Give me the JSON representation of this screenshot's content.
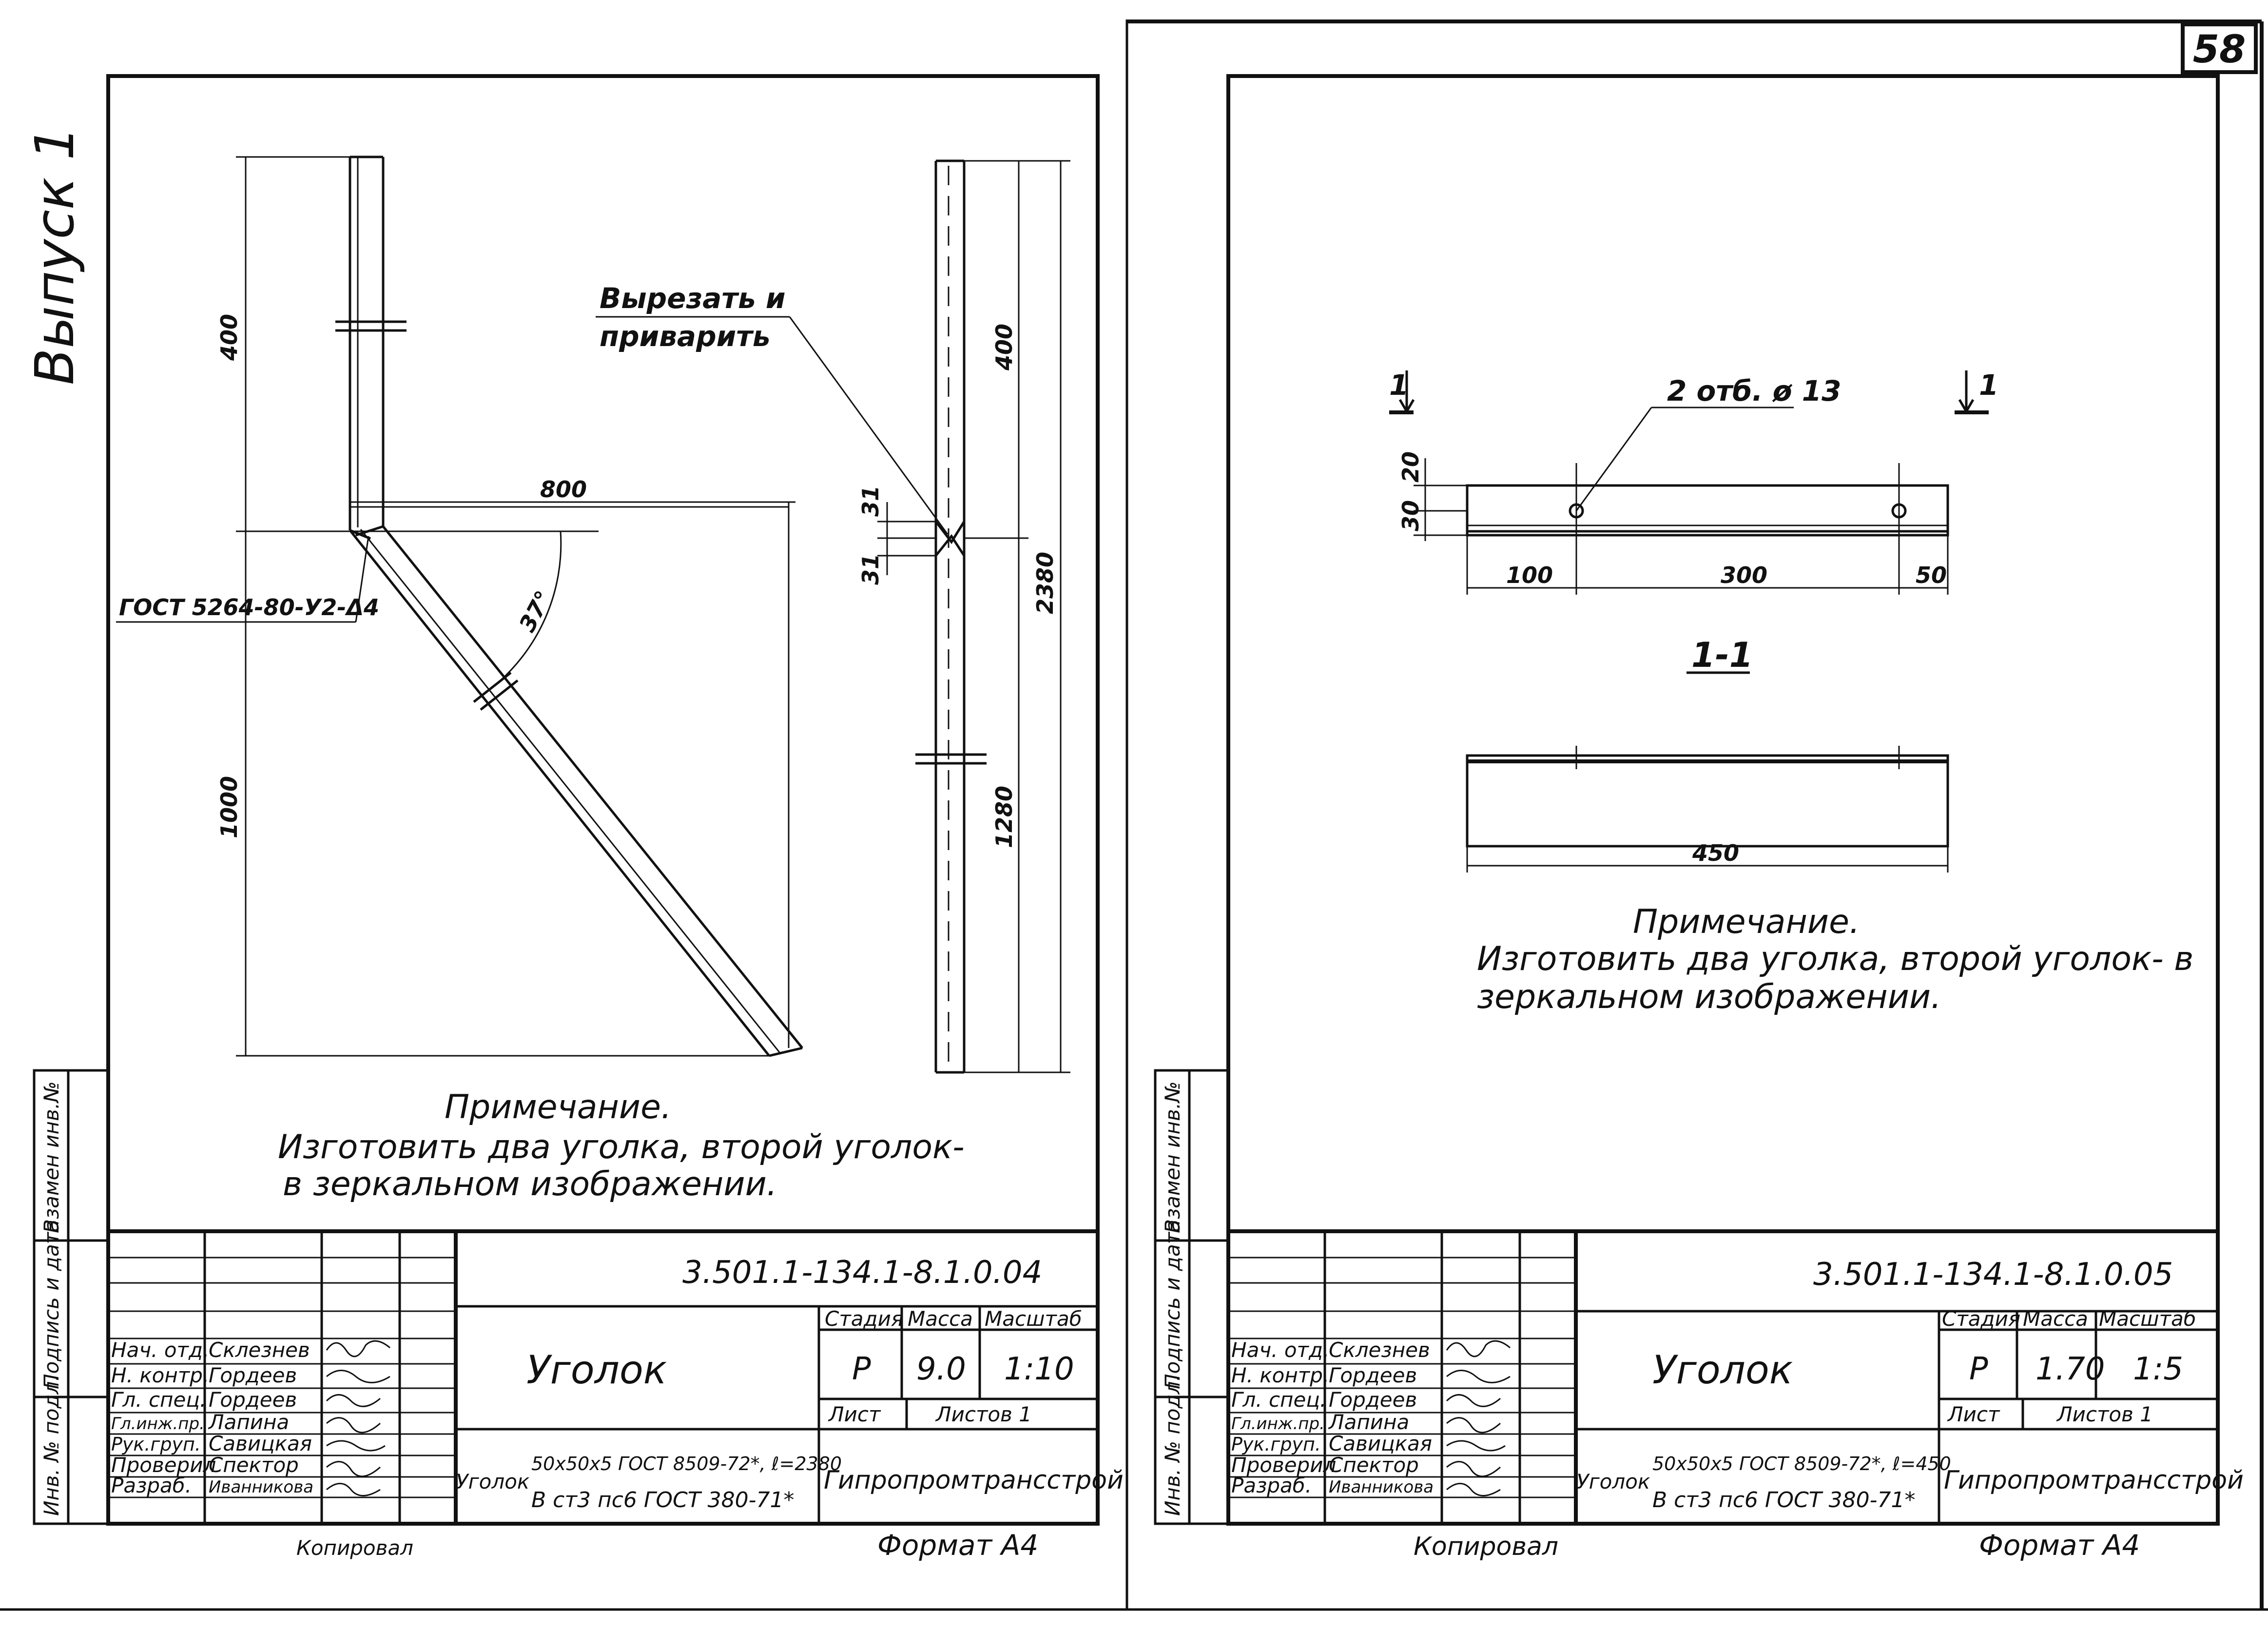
{
  "page_number": "58",
  "volume_label": "Выпуск 1",
  "left_sheet": {
    "dims": {
      "d400": "400",
      "d800": "800",
      "d1000": "1000",
      "angle": "37°",
      "d31a": "31",
      "d31b": "31",
      "d2380": "2380",
      "d1280": "1280"
    },
    "weld_callout": "ГОСТ 5264-80-У2-Δ4",
    "cut_callout_line1": "Вырезать и",
    "cut_callout_line2": "приварить",
    "note_title": "Примечание.",
    "note_line1": "Изготовить два уголка, второй уголок-",
    "note_line2": "в зеркальном изображении.",
    "title_block": {
      "doc_code": "3.501.1-134.1-8.1.0.04",
      "name": "Уголок",
      "stage_header": "Стадия",
      "mass_header": "Масса",
      "scale_header": "Масштаб",
      "stage": "Р",
      "mass": "9.0",
      "scale": "1:10",
      "sheet_label": "Лист",
      "sheets_label": "Листов 1",
      "material_prefix": "Уголок",
      "material_line1": "50x50x5 ГОСТ 8509-72*, ℓ=2380",
      "material_line2": "В ст3 пс6 ГОСТ 380-71*",
      "org": "Гипропромтрансстрой",
      "roles": [
        "Нач. отд.",
        "Н. контр.",
        "Гл. спец.",
        "Гл.инж.пр.",
        "Рук.груп.",
        "Проверил",
        "Разраб."
      ],
      "names": [
        "Склезнев",
        "Гордеев",
        "Гордеев",
        "Лапина",
        "Савицкая",
        "Спектор",
        "Иванникова"
      ]
    },
    "side_stamp": [
      "Инв. № подл.",
      "Подпись и дата",
      "Взамен инв.№"
    ],
    "copied": "Копировал",
    "format": "Формат А4"
  },
  "right_sheet": {
    "holes_callout": "2 отб. ø 13",
    "section_mark_left": "1",
    "section_mark_right": "1",
    "section_label": "1-1",
    "dims": {
      "d20": "20",
      "d30": "30",
      "d100": "100",
      "d300": "300",
      "d50": "50",
      "d450": "450"
    },
    "note_title": "Примечание.",
    "note_line1": "Изготовить два уголка, второй уголок- в",
    "note_line2": "зеркальном изображении.",
    "title_block": {
      "doc_code": "3.501.1-134.1-8.1.0.05",
      "name": "Уголок",
      "stage_header": "Стадия",
      "mass_header": "Масса",
      "scale_header": "Масштаб",
      "stage": "Р",
      "mass": "1.70",
      "scale": "1:5",
      "sheet_label": "Лист",
      "sheets_label": "Листов 1",
      "material_prefix": "Уголок",
      "material_line1": "50x50x5 ГОСТ 8509-72*, ℓ=450",
      "material_line2": "В ст3 пс6 ГОСТ 380-71*",
      "org": "Гипропромтрансстрой",
      "roles": [
        "Нач. отд.",
        "Н. контр.",
        "Гл. спец.",
        "Гл.инж.пр.",
        "Рук.груп.",
        "Проверил",
        "Разраб."
      ],
      "names": [
        "Склезнев",
        "Гордеев",
        "Гордеев",
        "Лапина",
        "Савицкая",
        "Спектор",
        "Иванникова"
      ]
    },
    "side_stamp": [
      "Инв. № подл.",
      "Подпись и дата",
      "Взамен инв.№"
    ],
    "copied": "Копировал",
    "format": "Формат А4"
  }
}
